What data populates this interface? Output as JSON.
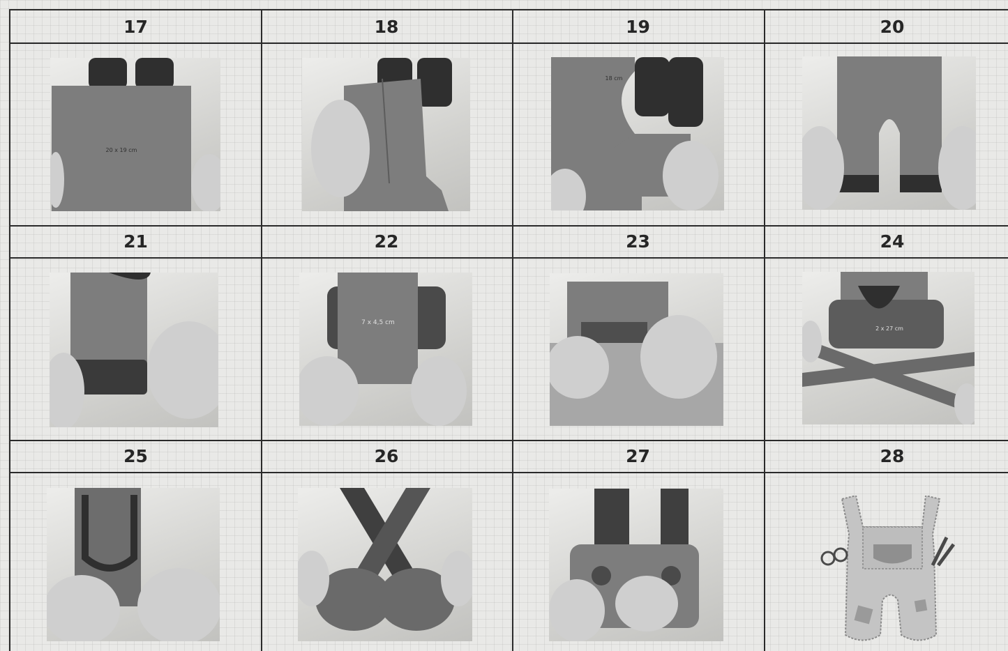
{
  "steps": [
    {
      "number": "17",
      "label": "20 x 19 cm"
    },
    {
      "number": "18",
      "label": ""
    },
    {
      "number": "19",
      "label": "18 cm"
    },
    {
      "number": "20",
      "label": ""
    },
    {
      "number": "21",
      "label": ""
    },
    {
      "number": "22",
      "label": "7 x 4,5 cm"
    },
    {
      "number": "23",
      "label": ""
    },
    {
      "number": "24",
      "label": "2 x 27 cm"
    },
    {
      "number": "25",
      "label": ""
    },
    {
      "number": "26",
      "label": ""
    },
    {
      "number": "27",
      "label": ""
    },
    {
      "number": "28",
      "label": ""
    }
  ],
  "colors": {
    "paper": "#e9e9e7",
    "grid_line": "#2a2a2a",
    "cardboard": "#7d7d7d",
    "dark_tube": "#2f2f2f",
    "hand": "#cfcfcf",
    "final_overall": "#c4c4c4"
  }
}
